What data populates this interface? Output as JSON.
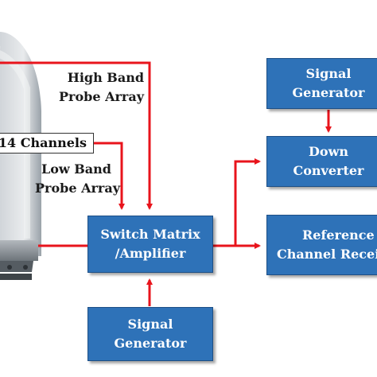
{
  "labels": {
    "high_band_line1": "High Band",
    "high_band_line2": "Probe Array",
    "channels": "14 Channels",
    "low_band_line1": "Low Band",
    "low_band_line2": "Probe Array"
  },
  "blocks": {
    "top_signal_generator": [
      "Signal",
      "Generator"
    ],
    "down_converter": [
      "Down",
      "Converter"
    ],
    "switch_matrix": [
      "Switch Matrix",
      "/Amplifier"
    ],
    "reference_receiver": [
      "Reference",
      "Channel Receiver"
    ],
    "bottom_signal_generator": [
      "Signal",
      "Generator"
    ]
  },
  "colors": {
    "block_fill": "#2e72b8",
    "block_text": "#ffffff",
    "wire": "#e8141c",
    "label_text": "#1a1a1a"
  }
}
